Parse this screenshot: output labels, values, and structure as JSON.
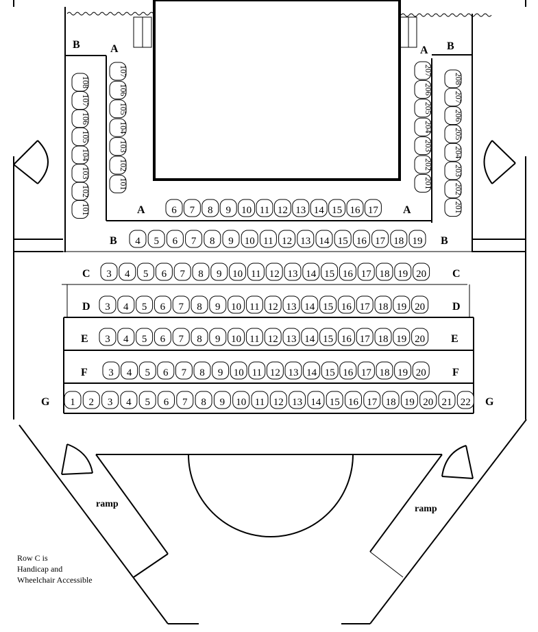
{
  "rows": {
    "A_front": {
      "label": "A",
      "seats": [
        "6",
        "7",
        "8",
        "9",
        "10",
        "11",
        "12",
        "13",
        "14",
        "15",
        "16",
        "17"
      ]
    },
    "B": {
      "label": "B",
      "seats": [
        "4",
        "5",
        "6",
        "7",
        "8",
        "9",
        "10",
        "11",
        "12",
        "13",
        "14",
        "15",
        "16",
        "17",
        "18",
        "19"
      ]
    },
    "C": {
      "label": "C",
      "seats": [
        "3",
        "4",
        "5",
        "6",
        "7",
        "8",
        "9",
        "10",
        "11",
        "12",
        "13",
        "14",
        "15",
        "16",
        "17",
        "18",
        "19",
        "20"
      ]
    },
    "D": {
      "label": "D",
      "seats": [
        "3",
        "4",
        "5",
        "6",
        "7",
        "8",
        "9",
        "10",
        "11",
        "12",
        "13",
        "14",
        "15",
        "16",
        "17",
        "18",
        "19",
        "20"
      ]
    },
    "E": {
      "label": "E",
      "seats": [
        "3",
        "4",
        "5",
        "6",
        "7",
        "8",
        "9",
        "10",
        "11",
        "12",
        "13",
        "14",
        "15",
        "16",
        "17",
        "18",
        "19",
        "20"
      ]
    },
    "F": {
      "label": "F",
      "seats": [
        "3",
        "4",
        "5",
        "6",
        "7",
        "8",
        "9",
        "10",
        "11",
        "12",
        "13",
        "14",
        "15",
        "16",
        "17",
        "18",
        "19",
        "20"
      ]
    },
    "G": {
      "label": "G",
      "seats": [
        "1",
        "2",
        "3",
        "4",
        "5",
        "6",
        "7",
        "8",
        "9",
        "10",
        "11",
        "12",
        "13",
        "14",
        "15",
        "16",
        "17",
        "18",
        "19",
        "20",
        "21",
        "22"
      ]
    }
  },
  "side_sections": {
    "left_A": {
      "label": "A",
      "seats": [
        "107",
        "106",
        "105",
        "104",
        "103",
        "102",
        "101"
      ]
    },
    "left_B": {
      "label": "B",
      "seats": [
        "108",
        "107",
        "106",
        "105",
        "104",
        "103",
        "102",
        "101"
      ]
    },
    "right_A": {
      "label": "A",
      "seats": [
        "207",
        "206",
        "205",
        "204",
        "203",
        "202",
        "201"
      ]
    },
    "right_B": {
      "label": "B",
      "seats": [
        "208",
        "207",
        "206",
        "205",
        "204",
        "203",
        "202",
        "201"
      ]
    }
  },
  "ramp_left": "ramp",
  "ramp_right": "ramp",
  "accessibility_note": [
    "Row C is",
    "Handicap and",
    "Wheelchair Accessible"
  ]
}
